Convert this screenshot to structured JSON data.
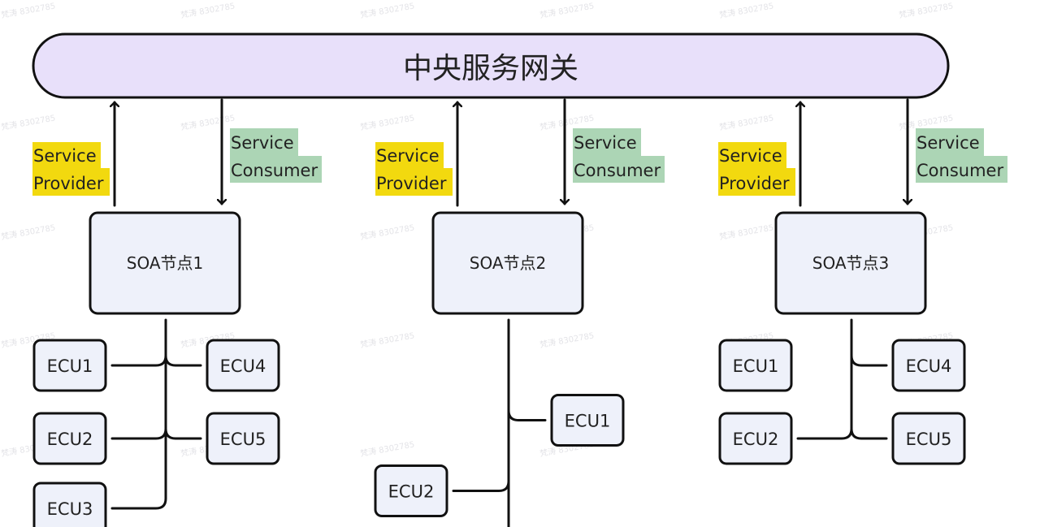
{
  "watermark": "梵涛 8302785",
  "gateway": {
    "label": "中央服务网关",
    "fill": "#e8e0fa"
  },
  "labels": {
    "provider": [
      "Service",
      "Provider"
    ],
    "consumer": [
      "Service",
      "Consumer"
    ],
    "provider_color": "#f2d90f",
    "consumer_color": "#acd5b5"
  },
  "nodes": [
    {
      "label": "SOA节点1",
      "ecus": [
        {
          "label": "ECU1",
          "side": "left",
          "row": 1,
          "connected": true
        },
        {
          "label": "ECU2",
          "side": "left",
          "row": 2,
          "connected": true
        },
        {
          "label": "ECU3",
          "side": "left",
          "row": 3,
          "connected": true
        },
        {
          "label": "ECU4",
          "side": "right",
          "row": 1,
          "connected": true
        },
        {
          "label": "ECU5",
          "side": "right",
          "row": 2,
          "connected": true
        }
      ]
    },
    {
      "label": "SOA节点2",
      "ecus": [
        {
          "label": "ECU1",
          "side": "right",
          "row": 1.75,
          "connected": true
        },
        {
          "label": "ECU2",
          "side": "left",
          "row": 2.75,
          "connected": true
        }
      ]
    },
    {
      "label": "SOA节点3",
      "ecus": [
        {
          "label": "ECU1",
          "side": "left",
          "row": 1,
          "connected": false
        },
        {
          "label": "ECU2",
          "side": "left",
          "row": 2,
          "connected": true
        },
        {
          "label": "ECU4",
          "side": "right",
          "row": 1,
          "connected": true
        },
        {
          "label": "ECU5",
          "side": "right",
          "row": 2,
          "connected": true
        }
      ]
    }
  ]
}
